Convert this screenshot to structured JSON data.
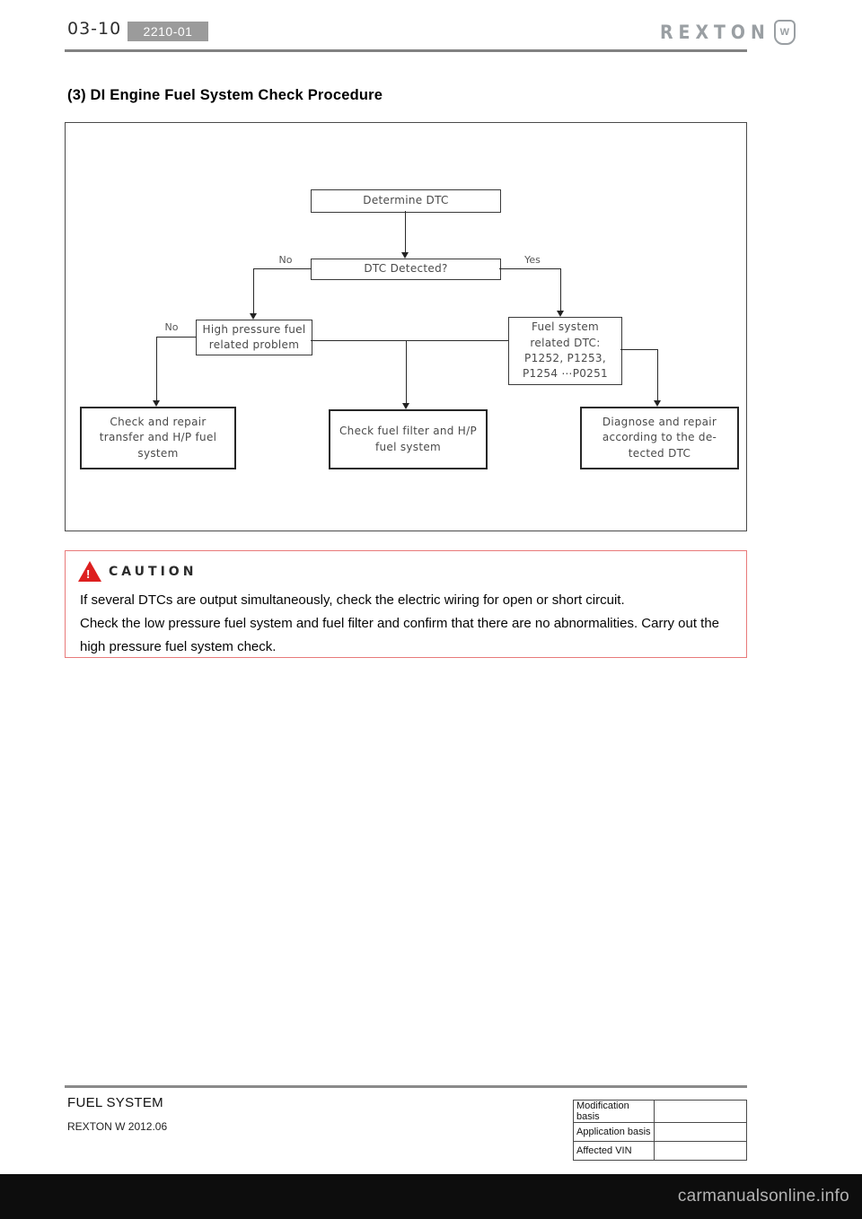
{
  "header": {
    "page_number": "03-10",
    "section_code": "2210-01",
    "brand": "REXTON",
    "brand_badge": "W"
  },
  "title": "(3) DI Engine Fuel System Check Procedure",
  "flowchart": {
    "nodes": {
      "determine": "Determine DTC",
      "detected": "DTC Detected?",
      "high_pressure": "High pressure fuel\nrelated problem",
      "fuel_system_dtc": "Fuel system\nrelated DTC:\nP1252, P1253,\nP1254 ⋯P0251",
      "check_repair_transfer": "Check and repair\ntransfer and H/P fuel\nsystem",
      "check_fuel_filter": "Check fuel filter and H/P\nfuel system",
      "diagnose_repair": "Diagnose and repair\naccording to the de-\ntected DTC"
    },
    "labels": {
      "no_detected": "No",
      "yes_detected": "Yes",
      "no_high_pressure": "No"
    }
  },
  "caution": {
    "title": "CAUTION",
    "bang": "!",
    "lines": [
      "If several DTCs are output simultaneously, check the electric wiring for open or short circuit.",
      "Check the low pressure fuel system and fuel filter and confirm that there are no abnormalities. Carry out the high pressure fuel system check."
    ]
  },
  "footer": {
    "section": "FUEL SYSTEM",
    "model_date": "REXTON W 2012.06",
    "table_rows": [
      "Modification basis",
      "Application basis",
      "Affected VIN"
    ]
  },
  "watermark": "carmanualsonline.info"
}
